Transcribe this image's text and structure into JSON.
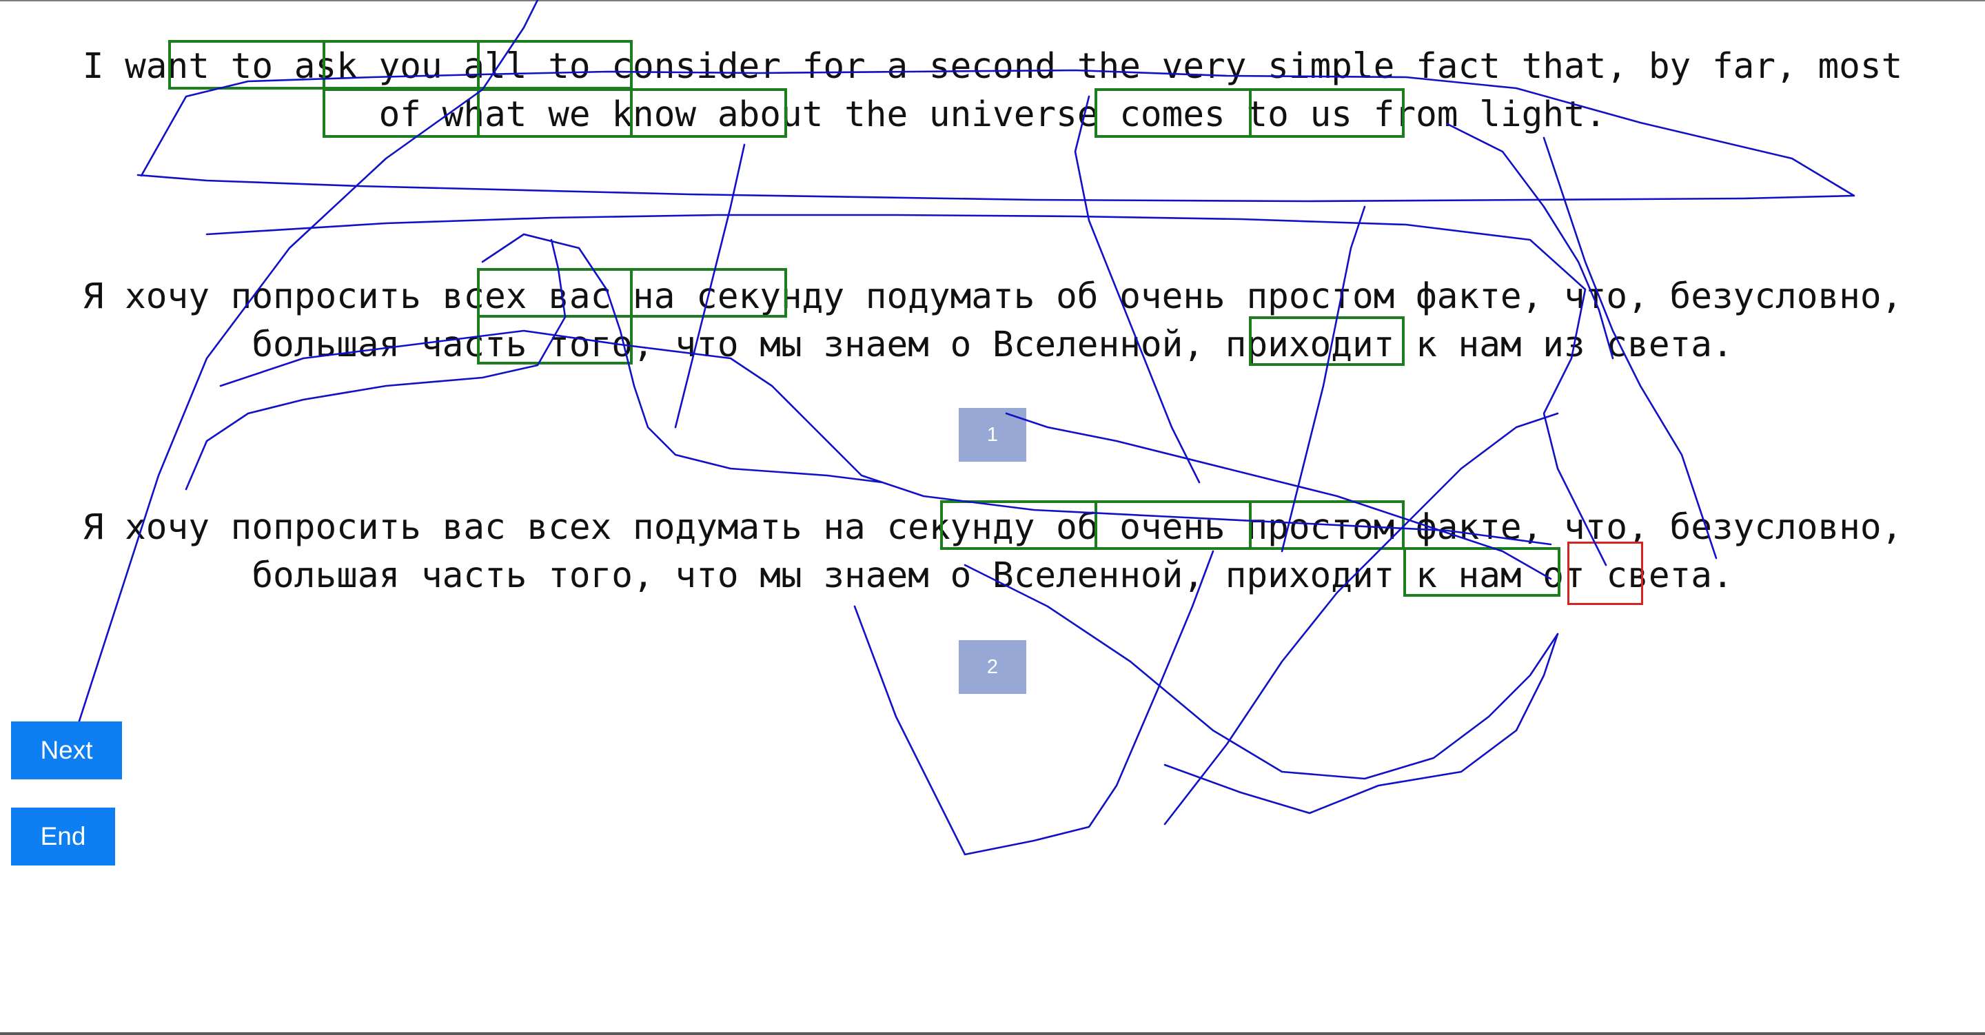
{
  "sentences": {
    "source": {
      "line1": "I want to ask you all to consider for a second the very simple fact that, by far, most",
      "line2": "of what we know about the universe comes to us from light."
    },
    "translation_1": {
      "line1": "Я хочу попросить всех вас на секунду подумать об очень простом факте, что, безусловно,",
      "line2": "большая часть того, что мы знаем о Вселенной, приходит к нам из света."
    },
    "translation_2": {
      "line1": "Я хочу попросить вас всех подумать на секунду об очень простом факте, что, безусловно,",
      "line2": "большая часть того, что мы знаем о Вселенной, приходит к нам от света."
    }
  },
  "markers": {
    "first": "1",
    "second": "2"
  },
  "buttons": {
    "next": "Next",
    "end": "End"
  },
  "colors": {
    "aligned_box": "#1e7d1e",
    "error_box": "#d62222",
    "gaze_path": "#1010c8",
    "button": "#0d7ff2",
    "marker": "#97a8d4"
  }
}
